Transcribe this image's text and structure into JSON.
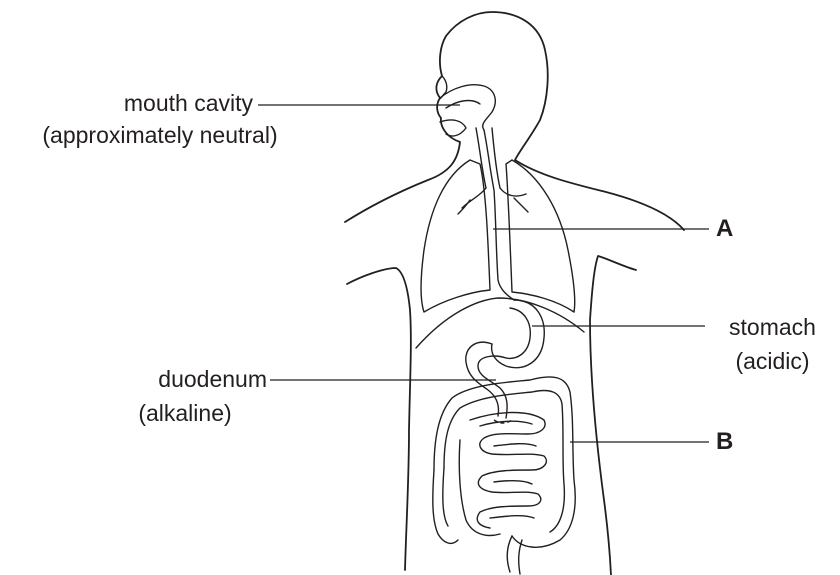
{
  "labels": {
    "mouth_cavity": "mouth cavity",
    "mouth_cavity_note": "(approximately neutral)",
    "label_a": "A",
    "stomach": "stomach",
    "stomach_note": "(acidic)",
    "duodenum": "duodenum",
    "duodenum_note": "(alkaline)",
    "label_b": "B"
  },
  "colors": {
    "ink": "#231f20",
    "background": "#ffffff"
  }
}
